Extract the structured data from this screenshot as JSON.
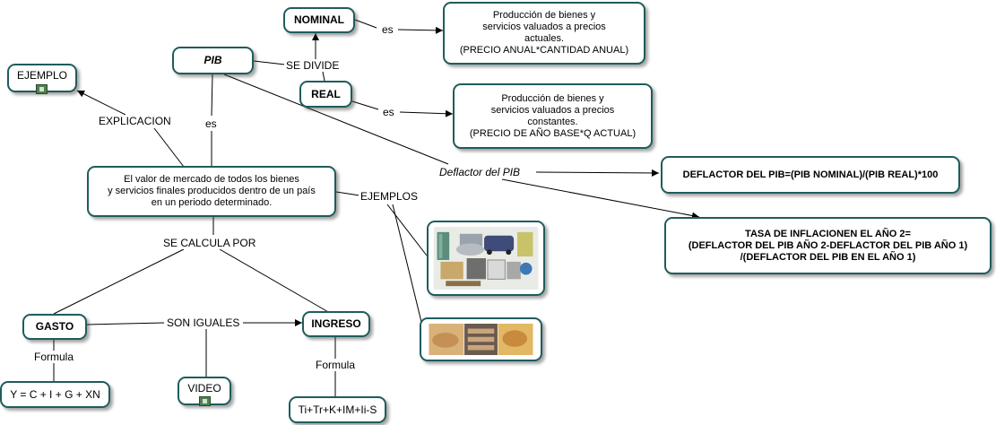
{
  "nodes": {
    "nominal": "NOMINAL",
    "nominal_def": "Producción de bienes y\nservicios valuados a precios\nactuales.\n(PRECIO ANUAL*CANTIDAD ANUAL)",
    "pib": "PIB",
    "ejemplo": "EJEMPLO",
    "real": "REAL",
    "real_def": "Producción de bienes y\nservicios valuados a precios\nconstantes.\n(PRECIO DE AÑO BASE*Q ACTUAL)",
    "pib_def": "El valor de mercado de todos los bienes\ny servicios finales producidos dentro de un país\nen un periodo determinado.",
    "deflactor_formula": "DEFLACTOR DEL PIB=(PIB NOMINAL)/(PIB REAL)*100",
    "inflacion": "TASA DE INFLACIONEN EL AÑO 2=\n(DEFLACTOR DEL PIB AÑO 2-DEFLACTOR DEL PIB  AÑO 1)\n/(DEFLACTOR DEL PIB EN EL AÑO 1)",
    "gasto": "GASTO",
    "ingreso": "INGRESO",
    "video": "VIDEO",
    "gasto_formula": "Y = C + I + G + XN",
    "ingreso_formula": "Ti+Tr+K+IM+Ii-S"
  },
  "labels": {
    "es_nominal": "es",
    "se_divide": "SE DIVIDE",
    "es_real": "es",
    "explicacion": "EXPLICACION",
    "es_pib": "es",
    "deflactor": "Deflactor del PIB",
    "ejemplos": "EJEMPLOS",
    "se_calcula_por": "SE CALCULA POR",
    "son_iguales": "SON IGUALES",
    "formula_gasto": "Formula",
    "formula_ingreso": "Formula"
  },
  "icons": {
    "ejemplo": "film-icon",
    "video": "film-icon",
    "image_goods": "goods-collage-image",
    "image_food": "food-collage-image"
  },
  "colors": {
    "node_border": "#1f5c5c",
    "line": "#000000"
  }
}
